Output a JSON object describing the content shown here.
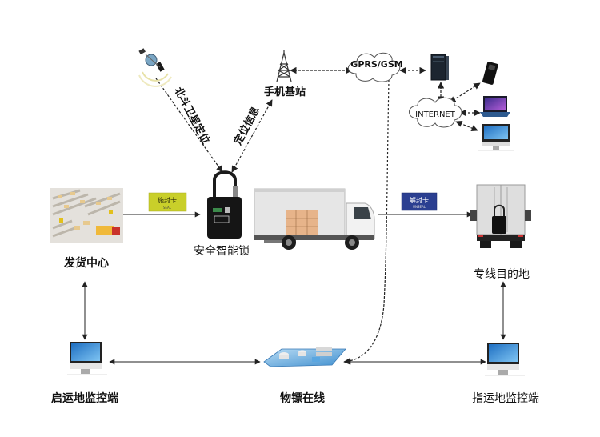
{
  "diagram": {
    "title": "Security smart lock logistics monitoring system",
    "nodes": {
      "satellite": {
        "label": "北斗卫星定位",
        "icon": "satellite-icon"
      },
      "positioning_info": {
        "label": "定位信息"
      },
      "cell_tower": {
        "label": "手机基站",
        "icon": "cell-tower-icon"
      },
      "gprs_cloud": {
        "label": "GPRS/GSM",
        "icon": "cloud-icon"
      },
      "server": {
        "icon": "server-icon"
      },
      "internet_cloud": {
        "label": "INTERNET",
        "icon": "cloud-icon"
      },
      "smartphone": {
        "icon": "smartphone-icon"
      },
      "laptop": {
        "icon": "laptop-icon"
      },
      "desktop": {
        "icon": "desktop-icon"
      },
      "dispatch_center": {
        "label": "发货中心",
        "icon": "warehouse-icon"
      },
      "seal_card": {
        "label": "施封卡",
        "sub": "SEAL",
        "color": "#c9cf2a"
      },
      "smart_lock": {
        "label": "安全智能锁",
        "icon": "padlock-icon"
      },
      "truck": {
        "icon": "truck-icon"
      },
      "unseal_card": {
        "label": "解封卡",
        "sub": "UNSEAL",
        "color": "#2b3f91"
      },
      "destination": {
        "label": "专线目的地",
        "icon": "truck-rear-icon"
      },
      "origin_monitor": {
        "label": "启运地监控端",
        "icon": "monitor-icon"
      },
      "platform": {
        "label": "物镖在线",
        "icon": "cloud-platform-icon"
      },
      "dest_monitor": {
        "label": "指运地监控端",
        "icon": "monitor-icon"
      }
    },
    "edges": [
      {
        "from": "satellite",
        "to": "smart_lock",
        "style": "dashed"
      },
      {
        "from": "smart_lock",
        "to": "cell_tower",
        "style": "dashed-bidirectional"
      },
      {
        "from": "cell_tower",
        "to": "gprs_cloud",
        "style": "dashed-bidirectional"
      },
      {
        "from": "gprs_cloud",
        "to": "server",
        "style": "dashed-bidirectional"
      },
      {
        "from": "server",
        "to": "internet_cloud",
        "style": "dashed-bidirectional"
      },
      {
        "from": "internet_cloud",
        "to": "smartphone",
        "style": "dashed-bidirectional"
      },
      {
        "from": "internet_cloud",
        "to": "laptop",
        "style": "dashed-bidirectional"
      },
      {
        "from": "internet_cloud",
        "to": "desktop",
        "style": "dashed-bidirectional"
      },
      {
        "from": "gprs_cloud",
        "to": "platform",
        "style": "dashed"
      },
      {
        "from": "dispatch_center",
        "to": "smart_lock",
        "style": "solid"
      },
      {
        "from": "truck",
        "to": "destination",
        "style": "solid"
      },
      {
        "from": "dispatch_center",
        "to": "origin_monitor",
        "style": "solid-bidirectional"
      },
      {
        "from": "origin_monitor",
        "to": "platform",
        "style": "solid-bidirectional"
      },
      {
        "from": "platform",
        "to": "dest_monitor",
        "style": "solid-bidirectional"
      },
      {
        "from": "destination",
        "to": "dest_monitor",
        "style": "solid-bidirectional"
      }
    ]
  }
}
